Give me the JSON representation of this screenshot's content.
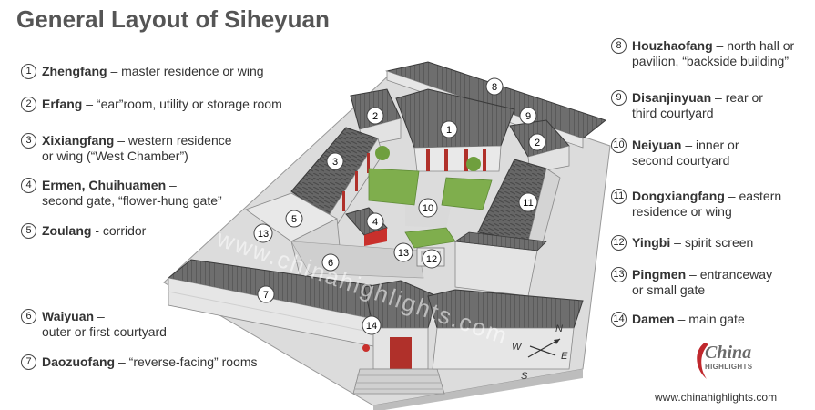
{
  "title": "General Layout of Siheyuan",
  "legend": [
    {
      "num": "1",
      "name": "Zhengfang",
      "lines": [
        "– master residence or wing"
      ]
    },
    {
      "num": "2",
      "name": "Erfang",
      "lines": [
        "– “ear”room, utility or storage room"
      ]
    },
    {
      "num": "3",
      "name": "Xixiangfang",
      "lines": [
        "– western residence",
        "or wing (“West Chamber”)"
      ]
    },
    {
      "num": "4",
      "name": "Ermen, Chuihuamen",
      "lines": [
        "–",
        "second gate, “flower-hung gate”"
      ]
    },
    {
      "num": "5",
      "name": "Zoulang",
      "lines": [
        "- corridor"
      ]
    },
    {
      "num": "6",
      "name": "Waiyuan",
      "lines": [
        "–",
        "outer or first courtyard"
      ]
    },
    {
      "num": "7",
      "name": "Daozuofang",
      "lines": [
        "– “reverse-facing” rooms"
      ]
    },
    {
      "num": "8",
      "name": "Houzhaofang",
      "lines": [
        "– north hall or",
        "pavilion, “backside building”"
      ]
    },
    {
      "num": "9",
      "name": "Disanjinyuan",
      "lines": [
        "– rear or",
        "third courtyard"
      ]
    },
    {
      "num": "10",
      "name": "Neiyuan",
      "lines": [
        "– inner or",
        "second courtyard"
      ]
    },
    {
      "num": "11",
      "name": "Dongxiangfang",
      "lines": [
        "– eastern",
        "residence or wing"
      ]
    },
    {
      "num": "12",
      "name": "Yingbi",
      "lines": [
        "– spirit screen"
      ]
    },
    {
      "num": "13",
      "name": "Pingmen",
      "lines": [
        "– entranceway",
        "or small gate"
      ]
    },
    {
      "num": "14",
      "name": "Damen",
      "lines": [
        "– main gate"
      ]
    }
  ],
  "diagram_labels": [
    "1",
    "2",
    "2",
    "3",
    "4",
    "5",
    "6",
    "7",
    "8",
    "9",
    "10",
    "11",
    "12",
    "13",
    "13",
    "14"
  ],
  "watermark": "www.chinahighlights.com",
  "compass": {
    "n": "N",
    "s": "S",
    "e": "E",
    "w": "W"
  },
  "logo": {
    "word": "China",
    "sub": "HIGHLIGHTS"
  },
  "website": "www.chinahighlights.com",
  "colors": {
    "roof": "#6e6e6e",
    "roof_dark": "#4f4f4f",
    "wall": "#e4e4e4",
    "wall_shadow": "#c8c8c8",
    "pillar": "#b0302a",
    "garden": "#7fae4d",
    "logo_red": "#c0282d"
  }
}
